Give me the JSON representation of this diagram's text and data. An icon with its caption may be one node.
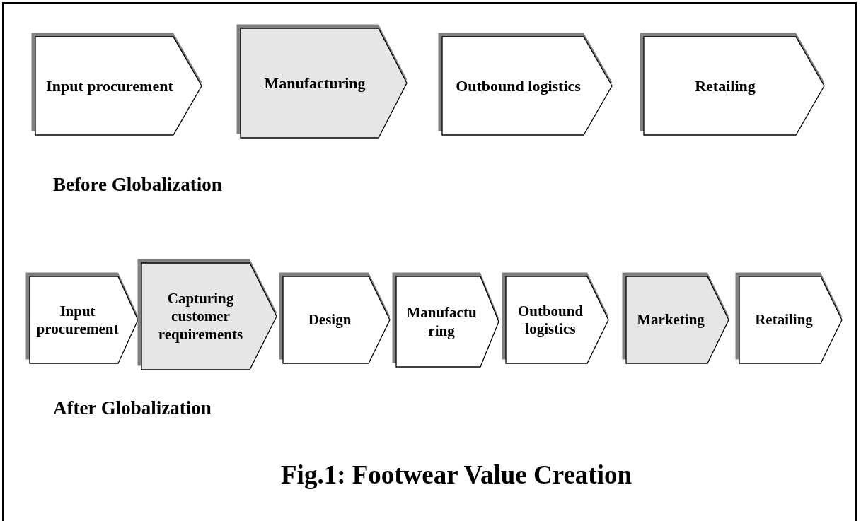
{
  "diagram": {
    "caption": "Fig.1: Footwear Value Creation",
    "nodes": [
      {
        "text": [
          "Input procurement"
        ]
      },
      {
        "text": [
          "Manufacturing"
        ]
      },
      {
        "text": [
          "Outbound logistics"
        ]
      },
      {
        "text": [
          "Retailing"
        ]
      },
      {
        "text": [
          "Input procurement"
        ]
      },
      {
        "text": [
          "Capturing customer requirements"
        ]
      },
      {
        "text": [
          "Design"
        ]
      },
      {
        "text": [
          "Manufactu ring"
        ]
      },
      {
        "text": [
          "Outbound logistics"
        ]
      },
      {
        "text": [
          "Marketing"
        ]
      },
      {
        "text": [
          "Retailing"
        ]
      }
    ],
    "edges": [],
    "labels": [
      "Before Globalization",
      "After Globalization"
    ]
  }
}
